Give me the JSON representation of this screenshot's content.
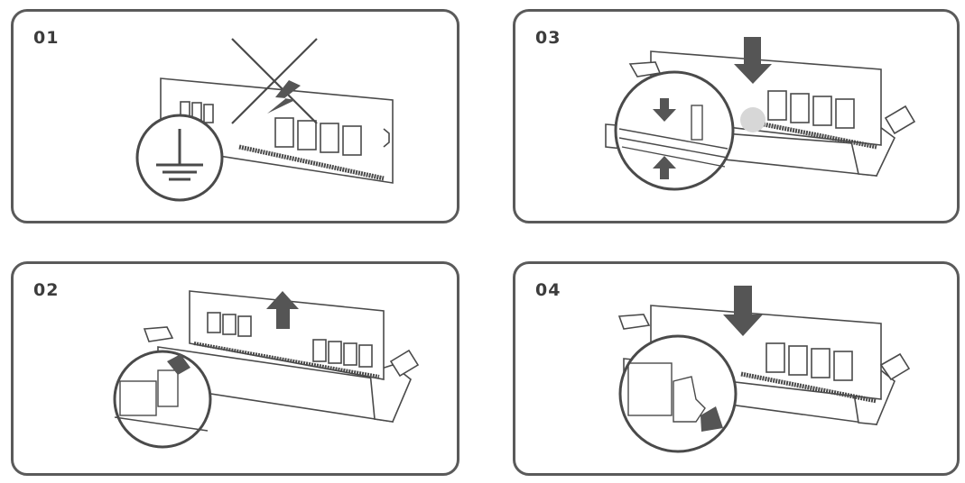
{
  "steps": [
    {
      "number": "01",
      "illustration": "ground-static-discharge"
    },
    {
      "number": "02",
      "illustration": "open-latch-remove-module"
    },
    {
      "number": "03",
      "illustration": "align-notch-insert-module"
    },
    {
      "number": "04",
      "illustration": "press-until-latch-locks"
    }
  ],
  "colors": {
    "border": "#5a5a5a",
    "line": "#4a4a4a",
    "arrow": "#555555",
    "fill": "#ffffff"
  }
}
